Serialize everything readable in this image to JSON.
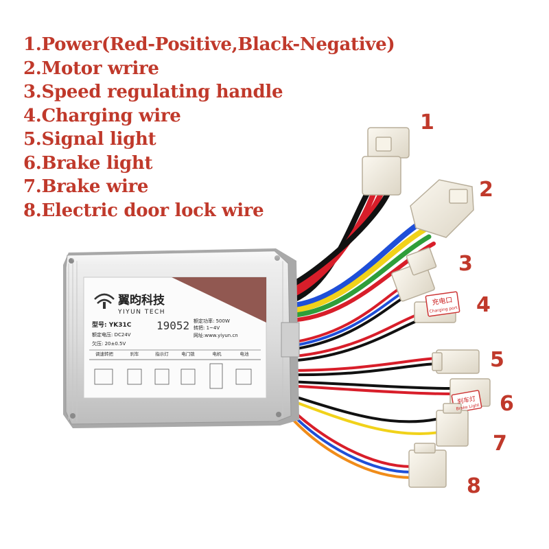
{
  "colors": {
    "label_red": "#c0392b"
  },
  "legend": [
    "1.Power(Red-Positive,Black-Negative)",
    "2.Motor wrire",
    "3.Speed regulating handle",
    "4.Charging wire",
    "5.Signal light",
    "6.Brake light",
    "7.Brake wire",
    "8.Electric door lock wire"
  ],
  "callouts": [
    "1",
    "2",
    "3",
    "4",
    "5",
    "6",
    "7",
    "8"
  ],
  "controller": {
    "brand_cn": "翼昀科技",
    "brand_en": "YIYUN TECH",
    "model": "型号: YK31C",
    "serial": "19052",
    "voltage": "额定电压: DC24V",
    "power": "额定功率: 500W",
    "undervoltage": "欠压: 20±0.5V",
    "throttle": "转把: 1~4V",
    "website": "网址:www.yiyun.cn",
    "ports": [
      "调速转把",
      "刹车",
      "指示灯",
      "电门锁",
      "电机",
      "电池"
    ]
  },
  "tags": {
    "charging_cn": "充电口",
    "charging_en": "Charging port",
    "brake_light_cn": "刹车灯",
    "brake_light_en": "Brake Light"
  }
}
